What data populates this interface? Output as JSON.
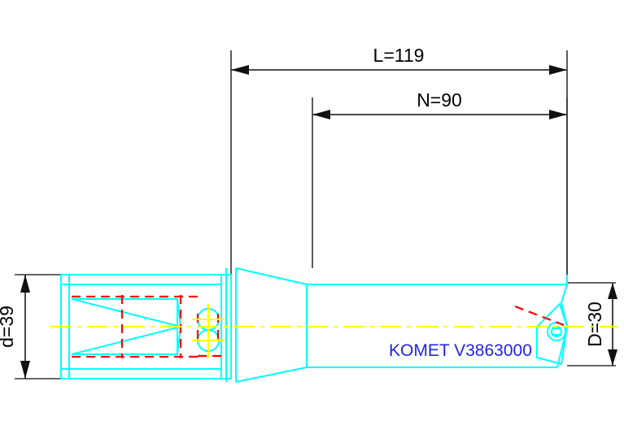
{
  "drawing": {
    "type": "cad-technical-drawing",
    "subject": "indexable insert drill",
    "background_color": "#ffffff",
    "colors": {
      "outline": "#00ffff",
      "hidden_line": "#ff0000",
      "center_line": "#ffff00",
      "dimension": "#333333",
      "text": "#000000",
      "brand": "#2222ee"
    }
  },
  "dimensions": {
    "overall_length": {
      "label": "L=119",
      "value": 119,
      "symbol": "L",
      "orientation": "horizontal",
      "position": "top"
    },
    "flute_length": {
      "label": "N=90",
      "value": 90,
      "symbol": "N",
      "orientation": "horizontal",
      "position": "top"
    },
    "shank_diameter": {
      "label": "d=39",
      "value": 39,
      "symbol": "d",
      "orientation": "vertical-rotated",
      "position": "left"
    },
    "cutting_diameter": {
      "label": "D=30",
      "value": 30,
      "symbol": "D",
      "orientation": "vertical-rotated",
      "position": "right"
    }
  },
  "annotation": {
    "brand_label": "KOMET V3863000",
    "manufacturer": "KOMET",
    "part_number": "V3863000"
  }
}
